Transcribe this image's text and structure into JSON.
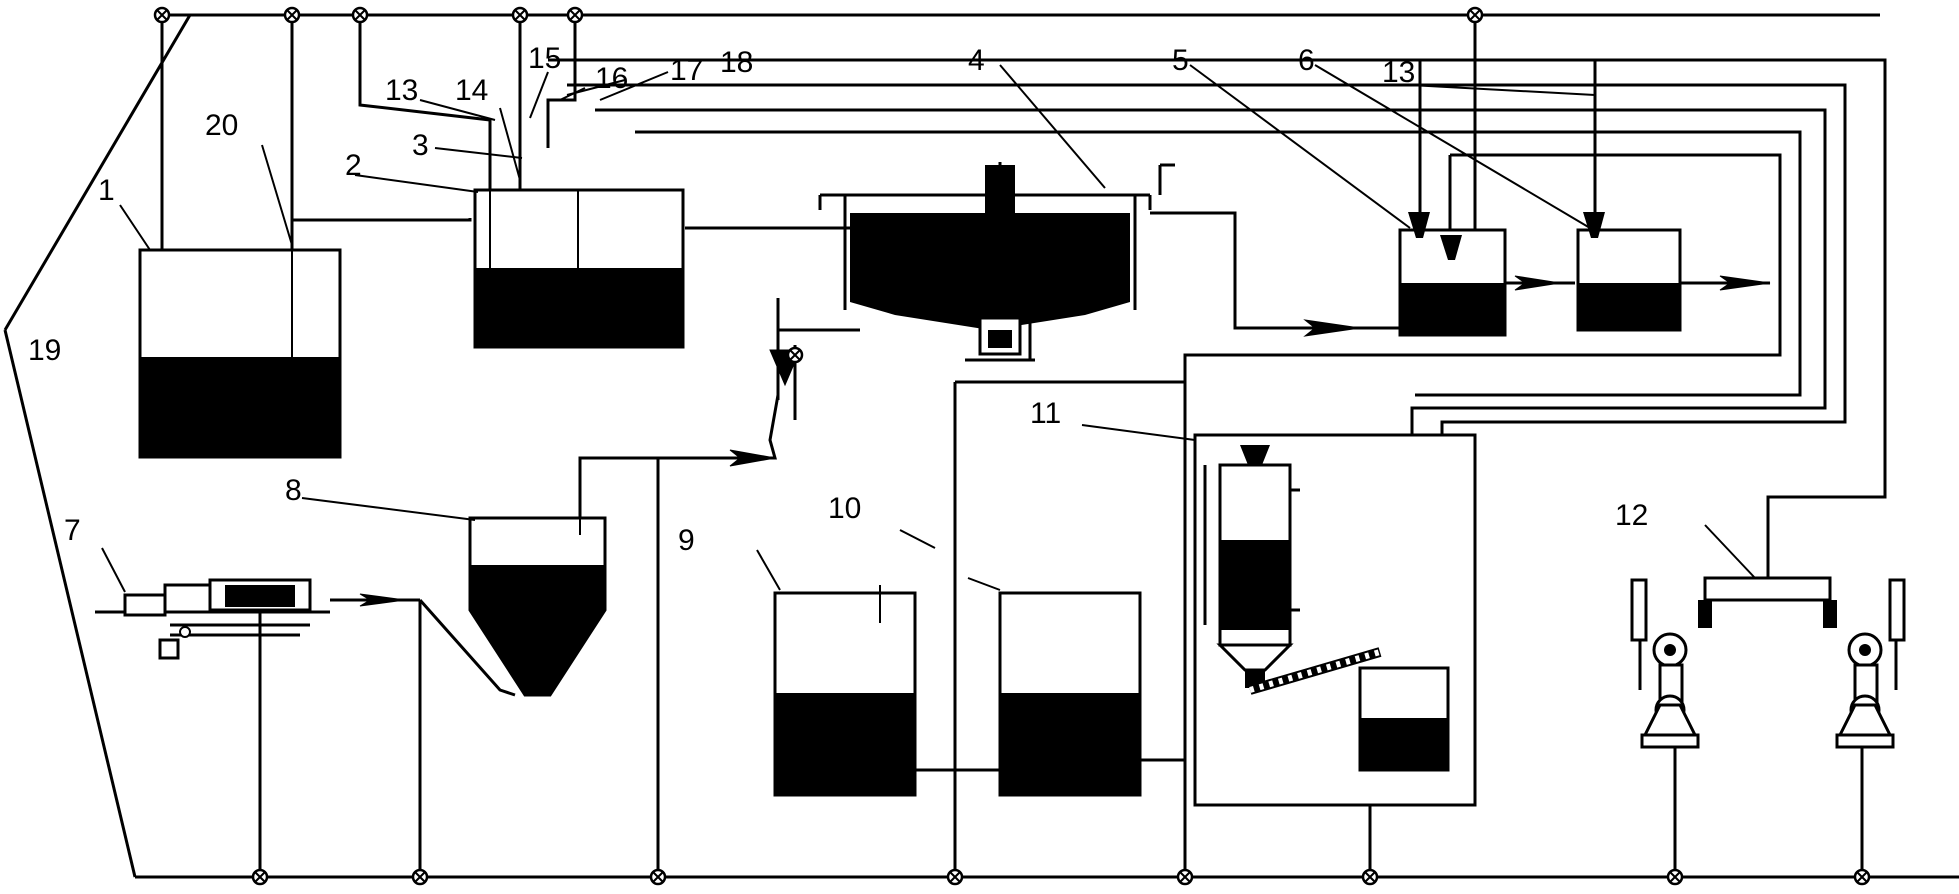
{
  "labels": {
    "l1": "1",
    "l2": "2",
    "l3": "3",
    "l4": "4",
    "l5": "5",
    "l6": "6",
    "l7": "7",
    "l8": "8",
    "l9": "9",
    "l10": "10",
    "l11": "11",
    "l12": "12",
    "l13a": "13",
    "l13b": "13",
    "l14": "14",
    "l15": "15",
    "l16": "16",
    "l17": "17",
    "l18": "18",
    "l19": "19",
    "l20": "20"
  }
}
